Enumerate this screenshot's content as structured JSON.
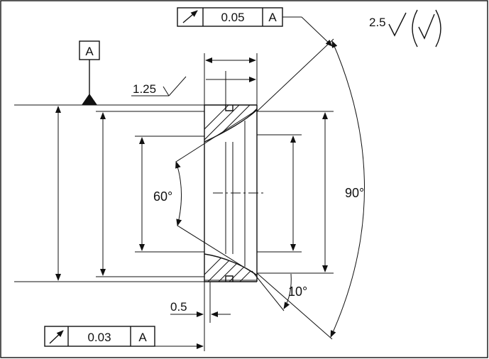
{
  "drawing": {
    "frame": {
      "top_runout_value": "0.05",
      "top_runout_datum": "A",
      "bottom_runout_value": "0.03",
      "bottom_runout_datum": "A",
      "datum_label": "A"
    },
    "dimensions": {
      "chamfer_small": "1.25",
      "offset_small": "0.5",
      "cone_angle": "60°",
      "outer_angle": "90°",
      "tilt_angle": "10°"
    },
    "surface_finish": {
      "roughness": "2.5"
    },
    "icons": [
      "runout-icon",
      "surface-finish-icon",
      "datum-triangle-icon",
      "dimension-arrow-icon"
    ],
    "colors": {
      "ink": "#111111",
      "background": "#ffffff"
    }
  }
}
